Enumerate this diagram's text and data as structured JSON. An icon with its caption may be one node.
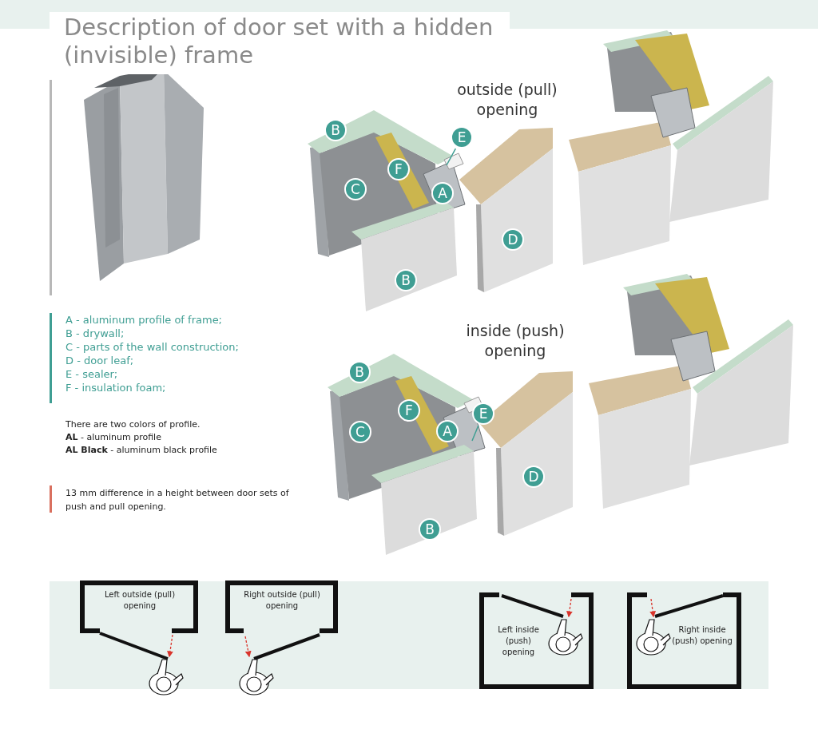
{
  "diagram": {
    "title": "Description of door set with a hidden (invisible) frame",
    "nodes": [
      {
        "text": [
          "B"
        ]
      },
      {
        "text": [
          "E"
        ]
      },
      {
        "text": [
          "F"
        ]
      },
      {
        "text": [
          "C"
        ]
      },
      {
        "text": [
          "A"
        ]
      },
      {
        "text": [
          "D"
        ]
      },
      {
        "text": [
          "B"
        ]
      },
      {
        "text": [
          "B"
        ]
      },
      {
        "text": [
          "F"
        ]
      },
      {
        "text": [
          "E"
        ]
      },
      {
        "text": [
          "C"
        ]
      },
      {
        "text": [
          "A"
        ]
      },
      {
        "text": [
          "D"
        ]
      },
      {
        "text": [
          "B"
        ]
      }
    ],
    "edges": [
      {
        "from": 1,
        "to": null,
        "arrow": "none"
      },
      {
        "from": 9,
        "to": null,
        "arrow": "none"
      }
    ],
    "labels": [
      "outside (pull) opening",
      "A - aluminum profile of frame;",
      "B - drywall;",
      "C - parts of the wall construction;",
      "D - door leaf;",
      "E - sealer;",
      "F - insulation foam;",
      "There are two colors of profile.",
      "**AL** - aluminum profile",
      "**AL Black** - aluminum black profile",
      "13 mm difference in a height between door sets of push and pull opening.",
      "inside (push) opening",
      "Left outside (pull) opening",
      "Right outside (pull) opening",
      "Left inside (push) opening",
      "Right inside (push) opening"
    ]
  }
}
